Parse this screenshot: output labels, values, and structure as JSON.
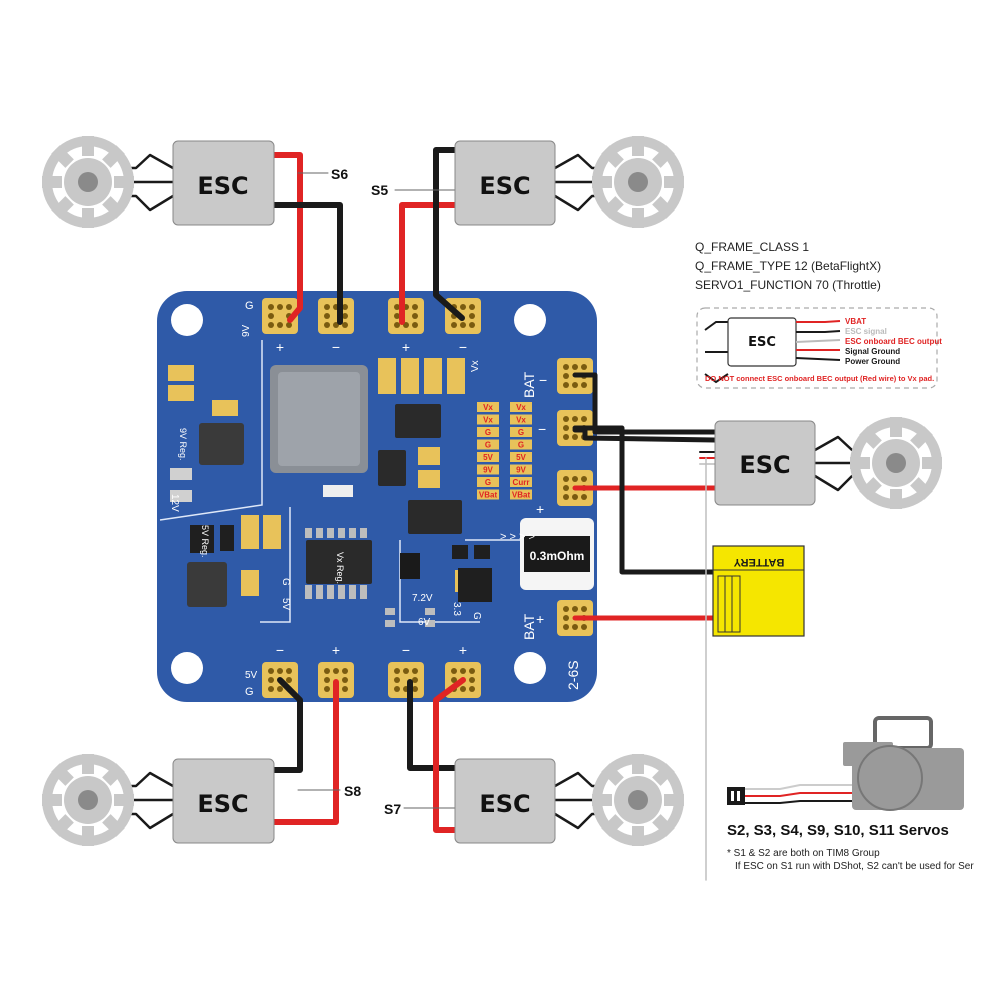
{
  "esc_label": "ESC",
  "motor_signals": {
    "top_left": "S6",
    "top_right": "S5",
    "bottom_left": "S8",
    "bottom_right": "S7"
  },
  "board": {
    "pads": {
      "pad_g_top": "G",
      "pad_9v_top": "9V",
      "pad_g_bottom": "G",
      "pad_5v_bottom": "5V",
      "plus": "+",
      "minus": "−",
      "vx": "Vx",
      "bat_top": "BAT",
      "bat_bottom": "BAT",
      "range": "2-6S"
    },
    "pin_strip": [
      {
        "left": "Vx",
        "right": "Vx"
      },
      {
        "left": "Vx",
        "right": "Vx"
      },
      {
        "left": "G",
        "right": "G"
      },
      {
        "left": "G",
        "right": "G"
      },
      {
        "left": "5V",
        "right": "5V"
      },
      {
        "left": "9V",
        "right": "9V"
      },
      {
        "left": "G",
        "right": "Curr"
      },
      {
        "left": "VBat",
        "right": "VBat"
      }
    ],
    "reg_9v": "9V Reg.",
    "reg_5v": "5V Reg.",
    "reg_vx": "Vx Reg.",
    "label_12v": "12V",
    "label_5v": "5V",
    "label_g": "G",
    "label_72v": "7.2V",
    "label_6v": "6V",
    "label_33": "3.3",
    "label_g2": "G",
    "shunt": "0.3mOhm"
  },
  "config_lines": [
    "Q_FRAME_CLASS 1",
    "Q_FRAME_TYPE 12 (BetaFlightX)",
    "SERVO1_FUNCTION  70 (Throttle)"
  ],
  "esc_legend": {
    "vbat": "VBAT",
    "esc_signal": "ESC signal",
    "bec_output": "ESC onboard BEC output",
    "signal_ground": "Signal Ground",
    "power_ground": "Power Ground",
    "warning": "DO NOT connect ESC onboard BEC output (Red wire) to Vx pad."
  },
  "battery_label": "BATTERY",
  "servos_label": "S2, S3, S4, S9, S10, S11 Servos",
  "footnote_1": "* S1 & S2 are both on TIM8 Group",
  "footnote_2": "If ESC on S1 run with DShot, S2 can't be used for Ser",
  "colors": {
    "board": "#2f5aa8",
    "pad": "#e8c25a",
    "wire_red": "#e02424",
    "wire_black": "#1a1a1a",
    "esc_body": "#c9c9c9",
    "battery": "#f5e600",
    "warning_text": "#e02424"
  }
}
